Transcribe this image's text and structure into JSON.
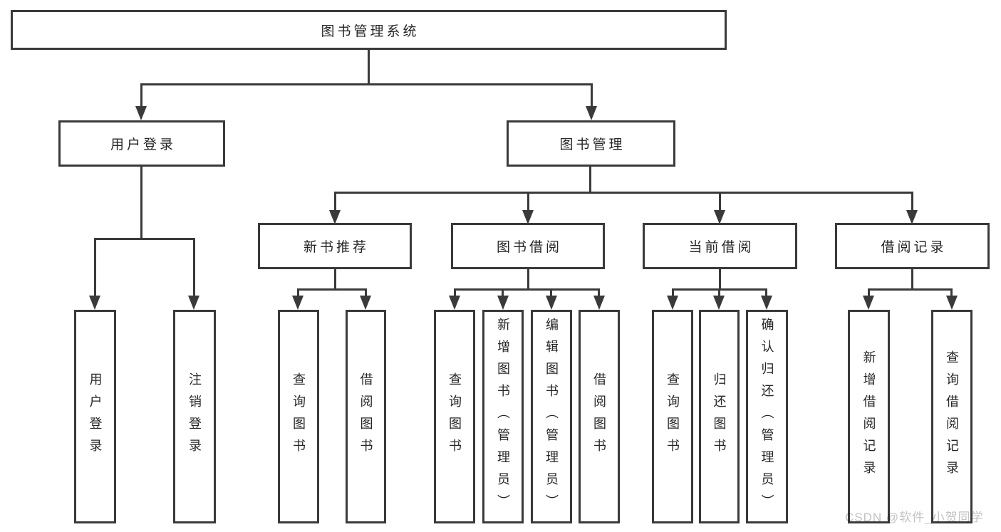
{
  "colors": {
    "line": "#3a3a3a",
    "text": "#262626",
    "bg": "#ffffff",
    "watermark": "#c3c3c3"
  },
  "nodes": {
    "root": "图书管理系统",
    "user_login": "用户登录",
    "book_mgmt": "图书管理",
    "new_book": "新书推荐",
    "book_borrow": "图书借阅",
    "current_borrow": "当前借阅",
    "borrow_record": "借阅记录",
    "leaf_user_login": "用户登录",
    "leaf_logout": "注销登录",
    "leaf_new_query": "查询图书",
    "leaf_new_borrow": "借阅图书",
    "leaf_borrow_query": "查询图书",
    "leaf_borrow_add": "新增图书（管理员）",
    "leaf_borrow_edit": "编辑图书（管理员）",
    "leaf_borrow_borrow": "借阅图书",
    "leaf_current_query": "查询图书",
    "leaf_current_return": "归还图书",
    "leaf_current_confirm": "确认归还（管理员）",
    "leaf_record_add": "新增借阅记录",
    "leaf_record_query": "查询借阅记录"
  },
  "watermark": "CSDN @软件_小贺同学"
}
